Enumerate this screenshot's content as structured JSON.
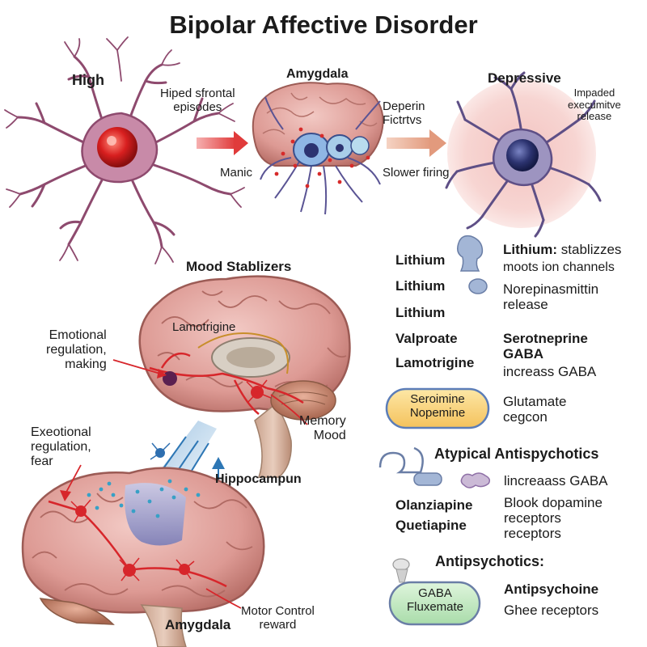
{
  "title": "Bipolar Affective Disorder",
  "top_panels": {
    "high_label": "High",
    "hiped_label": "Hiped sfrontal\nepisodes",
    "amygdala_label": "Amygdala",
    "deperin_label": "Deperin\nFictrtvs",
    "manic_label": "Manic",
    "slower_label": "Slower firing",
    "depressive_label": "Depressive",
    "impaded_label": "Impaded\nexecumitve\nrelease"
  },
  "mood_stabilizers": {
    "heading": "Mood Stablizers",
    "lamotrigine_label": "Lamotrigine",
    "emotional_label": "Emotional\nregulation,\nmaking",
    "memory_label": "Memory\nMood",
    "exeotional_label": "Exeotional\nregulation,\nfear",
    "hippocampus_label": "Hippocampun",
    "amygdala_label": "Amygdala",
    "motor_label": "Motor Control\nreward"
  },
  "drugs": {
    "names": [
      "Lithium",
      "Lithium",
      "Lithium",
      "Valproate",
      "Lamotrigine"
    ],
    "lithium_title": "Lithium:",
    "lithium_desc_1": "stablizzes",
    "lithium_desc_2": "moots ion channels",
    "norepin": "Norepinasmittin\nrelease",
    "seroto_bold": "Serotneprine\nGABA",
    "seroto_norm": "increass GABA",
    "pill_text": "Seroimine\nNopemine",
    "glutamate": "Glutamate\ncegcon"
  },
  "atypical": {
    "heading": "Atypical Antispychotics",
    "increase": "lincreaass GABA",
    "olanz": "Olanziapine",
    "quet": "Quetiapine",
    "block": "Blook dopamine\nreceptors\nreceptors"
  },
  "antipsychotics": {
    "heading": "Antipsychotics:",
    "pill_text": "GABA\nFluxemate",
    "name": "Antipsychoine",
    "desc": "Ghee receptors"
  }
}
